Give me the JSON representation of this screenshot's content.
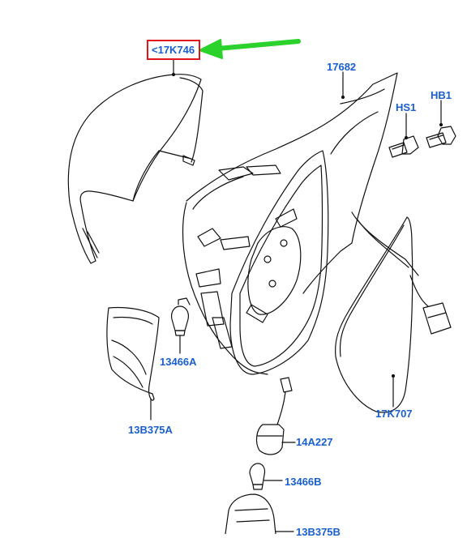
{
  "labels": {
    "mirror_cap": "<17K746",
    "housing": "17682",
    "screw_hs1": "HS1",
    "screw_hb1": "HB1",
    "bulb_a": "13466A",
    "lamp_a": "13B375A",
    "glass": "17K707",
    "harness": "14A227",
    "bulb_b": "13466B",
    "lamp_b": "13B375B"
  },
  "colors": {
    "label_text": "#1a5fd0",
    "highlight_border": "#e0161b",
    "pointer_arrow": "#2bd22b",
    "line_art": "#111111"
  }
}
